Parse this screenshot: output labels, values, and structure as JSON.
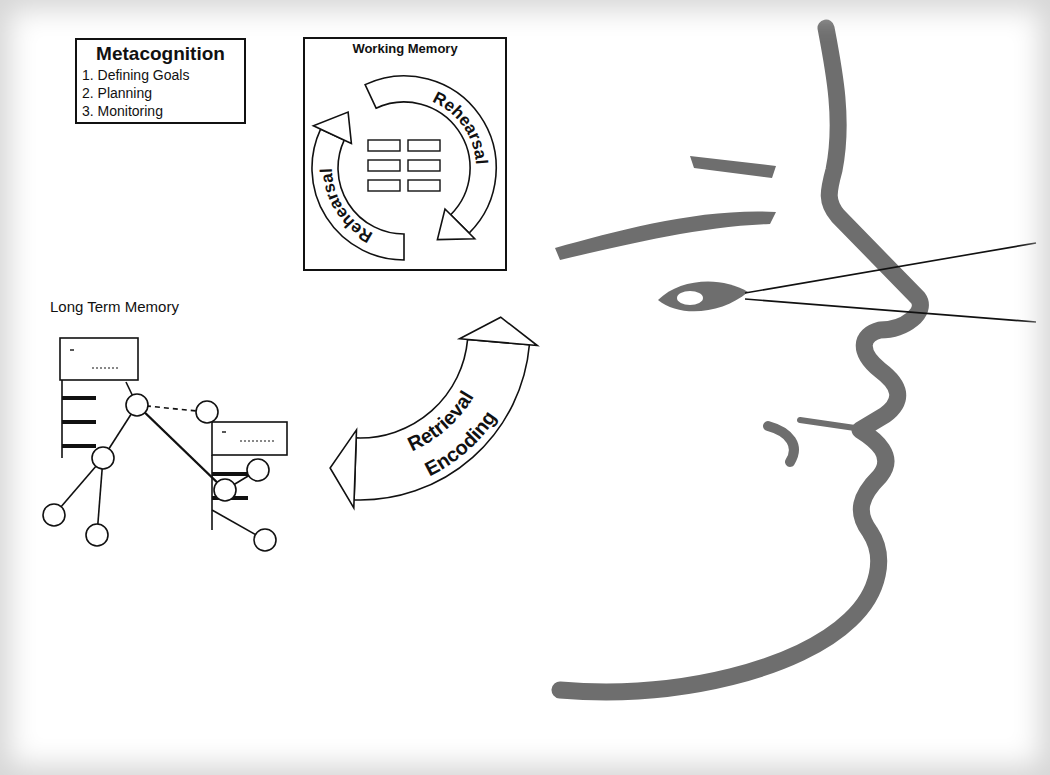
{
  "diagram": {
    "nodes": [
      {
        "text": [
          "Metacognition",
          "1. Defining Goals",
          "2. Planning",
          "3. Monitoring"
        ]
      },
      {
        "text": [
          "Working Memory"
        ]
      }
    ],
    "labels": [
      "Rehearsal",
      "Rehearsal",
      "Long Term Memory",
      "Retrieval",
      "Encoding"
    ]
  }
}
